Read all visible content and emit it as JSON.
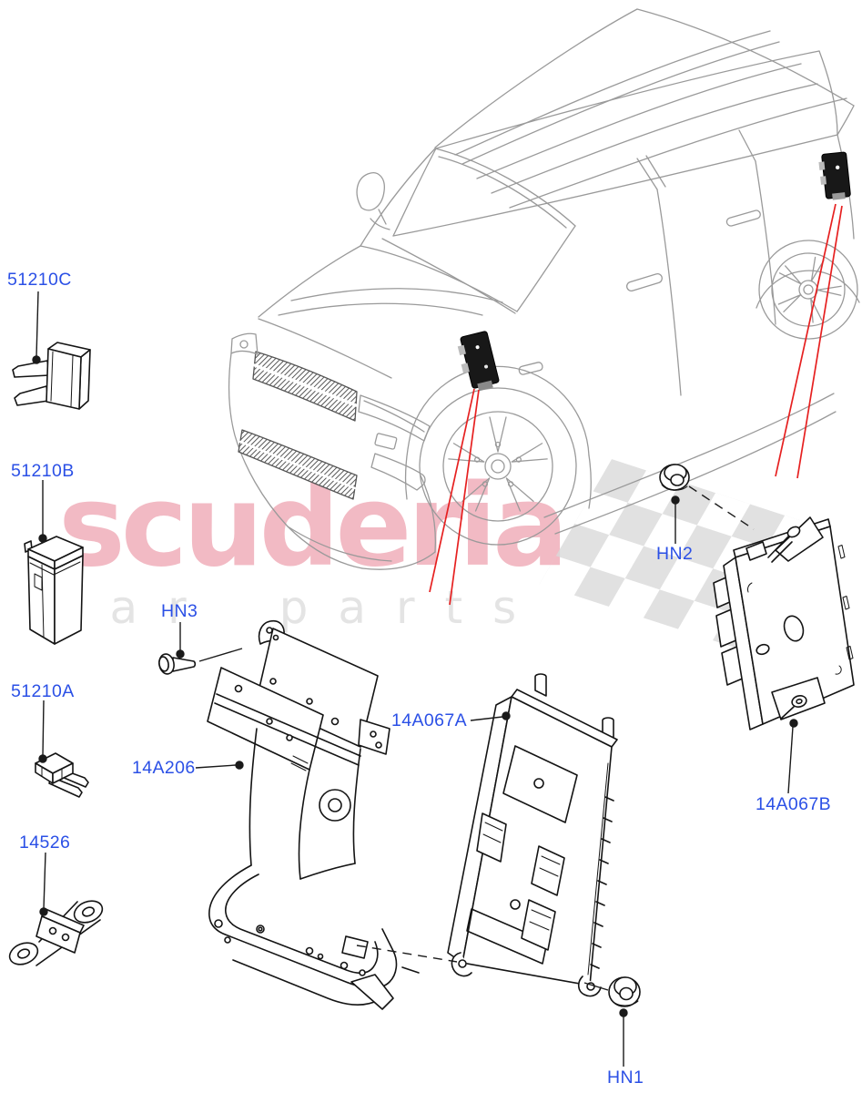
{
  "watermark": {
    "brand_text": "scuderia",
    "subtext": "car parts",
    "brand_color": "#f2b7c1",
    "subtext_color": "#e4e4e4",
    "checker_color": "#d9d9d9"
  },
  "diagram": {
    "label_color": "#2b50e6",
    "leader_line_color": "#1a1a1a",
    "highlight_line_color": "#e62020",
    "car_line_color": "#9a9a9a",
    "labels": {
      "l51210C": "51210C",
      "l51210B": "51210B",
      "l51210A": "51210A",
      "l14526": "14526",
      "lHN3": "HN3",
      "l14A206": "14A206",
      "l14A067A": "14A067A",
      "lHN2": "HN2",
      "l14A067B": "14A067B",
      "lHN1": "HN1"
    }
  }
}
